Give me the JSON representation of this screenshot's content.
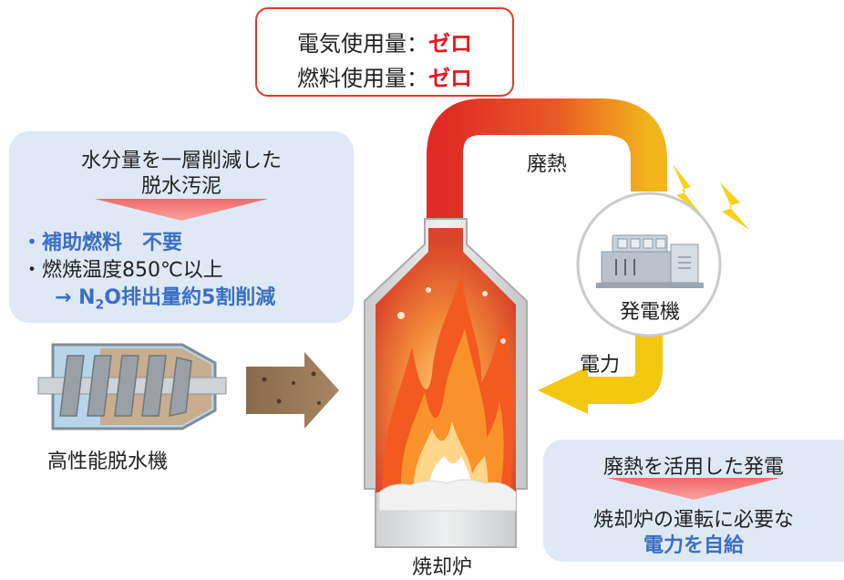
{
  "summary_box": {
    "line1_prefix": "電気使用量：",
    "line1_value": "ゼロ",
    "line2_prefix": "燃料使用量：",
    "line2_value": "ゼロ"
  },
  "sludge_panel": {
    "title_line1": "水分量を一層削減した",
    "title_line2": "脱水汚泥",
    "bullet1": "・補助燃料　不要",
    "bullet2_prefix": "・燃焼温度850℃以上",
    "bullet3_prefix": "→ N",
    "bullet3_sub": "2",
    "bullet3_suffix": "O排出量約5割削減"
  },
  "labels": {
    "waste_heat": "廃熱",
    "generator": "発電機",
    "electric_power": "電力",
    "dewatering_machine": "高性能脱水機",
    "incinerator": "焼却炉"
  },
  "power_panel": {
    "title": "廃熱を活用した発電",
    "line1": "焼却炉の運転に必要な",
    "line2": "電力を自給"
  },
  "colors": {
    "accent_red": "#e8151b",
    "accent_blue": "#3a6fc4",
    "panel_bg": "#dfe9f5",
    "pipe_red": "#e23a2a",
    "pipe_yellow": "#f2c811"
  }
}
